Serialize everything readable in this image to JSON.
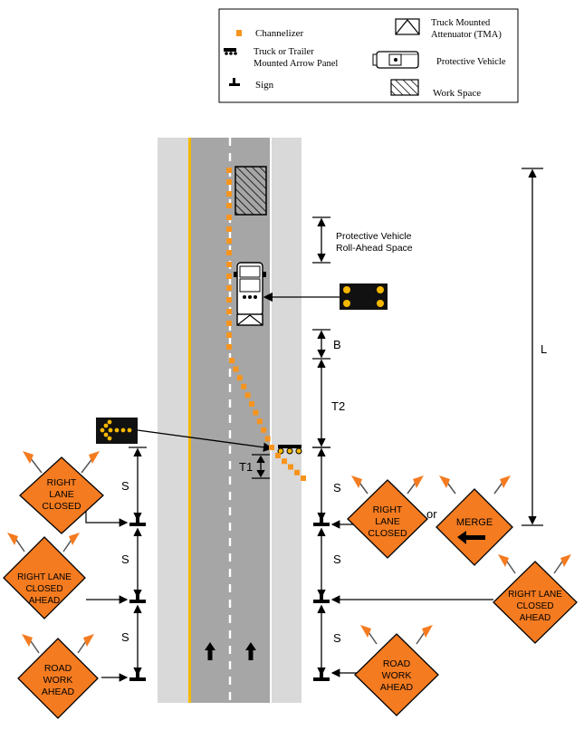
{
  "legend": {
    "channelizer": "Channelizer",
    "arrow_panel_line1": "Truck or Trailer",
    "arrow_panel_line2": "Mounted Arrow Panel",
    "sign": "Sign",
    "tma_line1": "Truck Mounted",
    "tma_line2": "Attenuator (TMA)",
    "protective_vehicle": "Protective Vehicle",
    "work_space": "Work Space"
  },
  "dimensions": {
    "roll_ahead_line1": "Protective Vehicle",
    "roll_ahead_line2": "Roll-Ahead Space",
    "b": "B",
    "t2": "T2",
    "t1": "T1",
    "l": "L",
    "s": "S"
  },
  "signs": {
    "left_top": [
      "RIGHT",
      "LANE",
      "CLOSED"
    ],
    "left_mid": [
      "RIGHT LANE",
      "CLOSED",
      "AHEAD"
    ],
    "left_bottom": [
      "ROAD",
      "WORK",
      "AHEAD"
    ],
    "right_top": [
      "RIGHT",
      "LANE",
      "CLOSED"
    ],
    "or": "or",
    "merge": "MERGE",
    "right_mid": [
      "RIGHT LANE",
      "CLOSED",
      "AHEAD"
    ],
    "right_bottom": [
      "ROAD",
      "WORK",
      "AHEAD"
    ]
  },
  "colors": {
    "sign_orange": "#F47B20",
    "channelizer_orange": "#F7941D",
    "yellow_line": "#F5B800",
    "road_gray": "#A6A6A6",
    "shoulder_gray": "#D9D9D9"
  }
}
